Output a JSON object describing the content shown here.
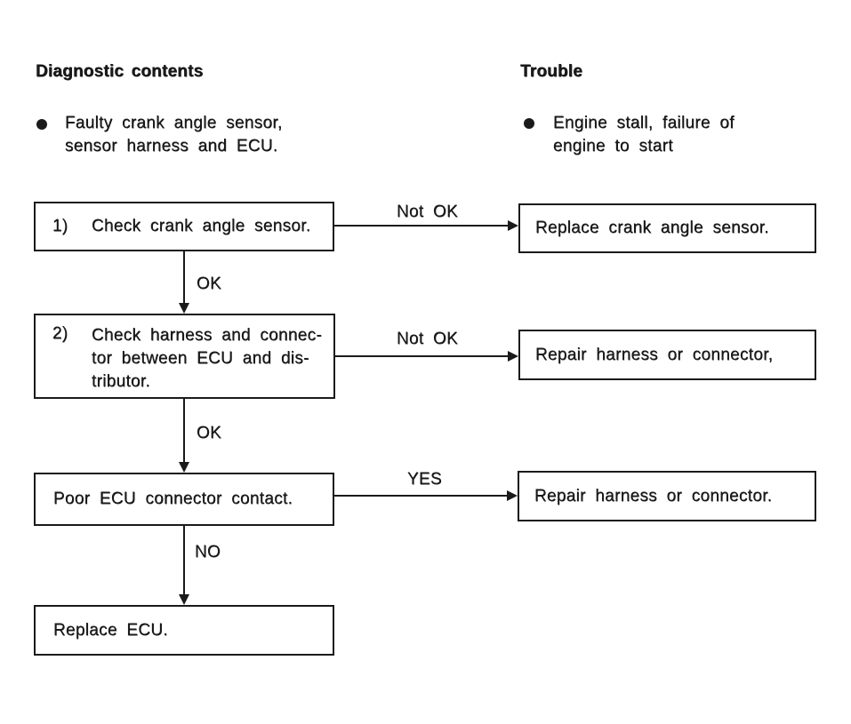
{
  "sections": {
    "diagnostic": {
      "heading": "Diagnostic contents",
      "lines": [
        "Faulty crank angle sensor,",
        "sensor harness and ECU."
      ]
    },
    "trouble": {
      "heading": "Trouble",
      "lines": [
        "Engine stall, failure of",
        "engine to start"
      ]
    }
  },
  "flowchart": {
    "step1": {
      "number": "1)",
      "text": "Check crank angle sensor."
    },
    "step2": {
      "number": "2)",
      "lines": [
        "Check harness and connec-",
        "tor between ECU and dis-",
        "tributor."
      ]
    },
    "step3": {
      "text": "Poor ECU connector contact."
    },
    "step4": {
      "text": "Replace ECU."
    },
    "result1": {
      "text": "Replace crank angle sensor."
    },
    "result2": {
      "text": "Repair harness or connector,"
    },
    "result3": {
      "text": "Repair harness or connector."
    },
    "labels": {
      "edge1": "Not OK",
      "edge2": "Not OK",
      "edge3": "YES",
      "ok1": "OK",
      "ok2": "OK",
      "no": "NO"
    }
  },
  "colors": {
    "ink": "#1a1a1a",
    "paper": "#ffffff"
  }
}
